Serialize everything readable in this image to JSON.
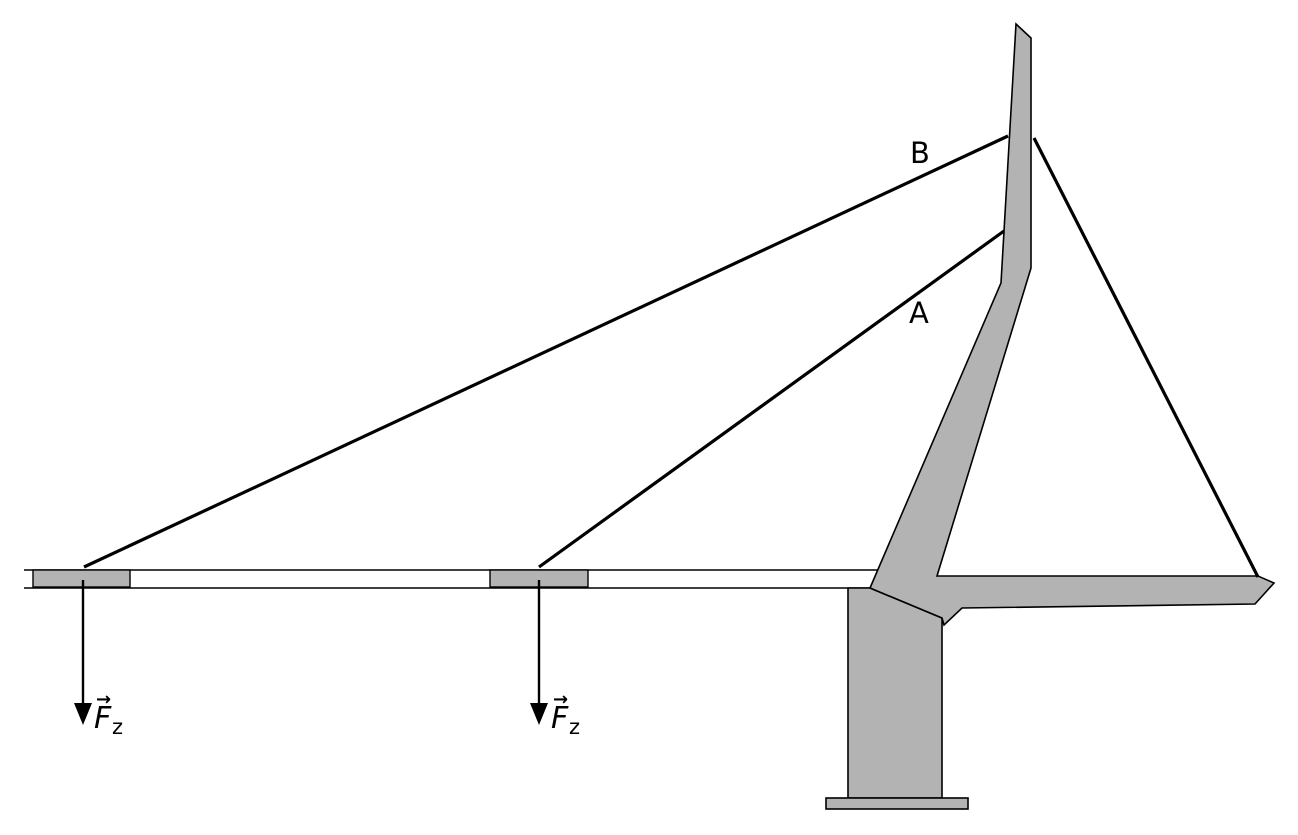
{
  "colors": {
    "background": "#ffffff",
    "structure_fill": "#b3b3b3",
    "stroke": "#000000"
  },
  "labels": {
    "cable_b": "B",
    "cable_a": "A",
    "force_symbol": "F",
    "force_subscript": "z",
    "vector_arrow": "→"
  }
}
